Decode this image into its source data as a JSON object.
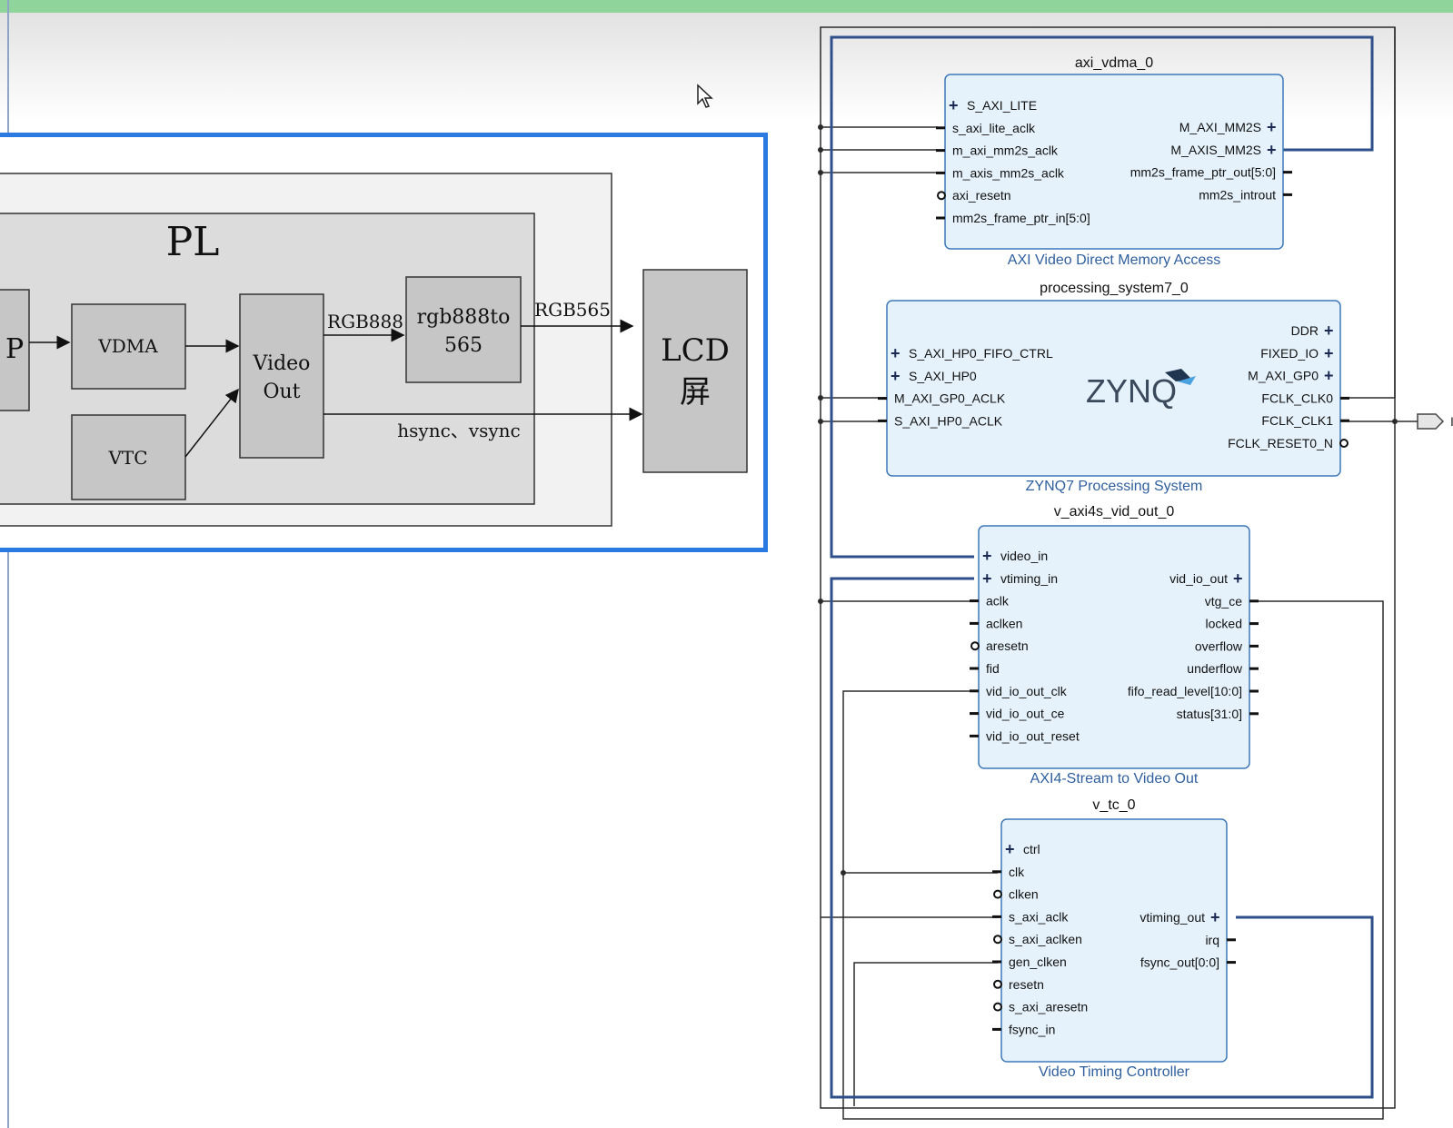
{
  "diagram": {
    "pl_label": "PL",
    "p_label": "P",
    "vdma_label": "VDMA",
    "vtc_label": "VTC",
    "video_out_line1": "Video",
    "video_out_line2": "Out",
    "rgb888_label": "RGB888",
    "conv_line1": "rgb888to",
    "conv_line2": "565",
    "rgb565_label": "RGB565",
    "sync_label": "hsync、vsync",
    "lcd_line1": "LCD",
    "lcd_line2": "屏"
  },
  "blocks": {
    "vdma": {
      "instance": "axi_vdma_0",
      "title": "AXI Video Direct Memory Access",
      "left_ports": [
        "S_AXI_LITE",
        "s_axi_lite_aclk",
        "m_axi_mm2s_aclk",
        "m_axis_mm2s_aclk",
        "axi_resetn",
        "mm2s_frame_ptr_in[5:0]"
      ],
      "right_ports": [
        "M_AXI_MM2S",
        "M_AXIS_MM2S",
        "mm2s_frame_ptr_out[5:0]",
        "mm2s_introut"
      ]
    },
    "ps": {
      "instance": "processing_system7_0",
      "title": "ZYNQ7 Processing System",
      "logo": "ZYNQ",
      "left_ports": [
        "S_AXI_HP0_FIFO_CTRL",
        "S_AXI_HP0",
        "M_AXI_GP0_ACLK",
        "S_AXI_HP0_ACLK"
      ],
      "right_ports": [
        "DDR",
        "FIXED_IO",
        "M_AXI_GP0",
        "FCLK_CLK0",
        "FCLK_CLK1",
        "FCLK_RESET0_N"
      ]
    },
    "vout": {
      "instance": "v_axi4s_vid_out_0",
      "title": "AXI4-Stream to Video Out",
      "left_ports": [
        "video_in",
        "vtiming_in",
        "aclk",
        "aclken",
        "aresetn",
        "fid",
        "vid_io_out_clk",
        "vid_io_out_ce",
        "vid_io_out_reset"
      ],
      "right_ports": [
        "vid_io_out",
        "vtg_ce",
        "locked",
        "overflow",
        "underflow",
        "fifo_read_level[10:0]",
        "status[31:0]"
      ]
    },
    "vtc": {
      "instance": "v_tc_0",
      "title": "Video Timing Controller",
      "left_ports": [
        "ctrl",
        "clk",
        "clken",
        "s_axi_aclk",
        "s_axi_aclken",
        "gen_clken",
        "resetn",
        "s_axi_aresetn",
        "fsync_in"
      ],
      "right_ports": [
        "vtiming_out",
        "irq",
        "fsync_out[0:0]"
      ]
    }
  },
  "colors": {
    "block_fill": "#e6f2fb",
    "block_border": "#3d78b8",
    "bus_wire": "#2e4f8a",
    "net_wire": "#2b2b2b",
    "title_text": "#2f5f9e",
    "popup_border": "#2a7ae2",
    "top_bar": "#8fd49a"
  },
  "icons": [
    "cursor-arrow-icon",
    "port-plus-icon",
    "zynq-logo-icon",
    "output-port-icon"
  ]
}
